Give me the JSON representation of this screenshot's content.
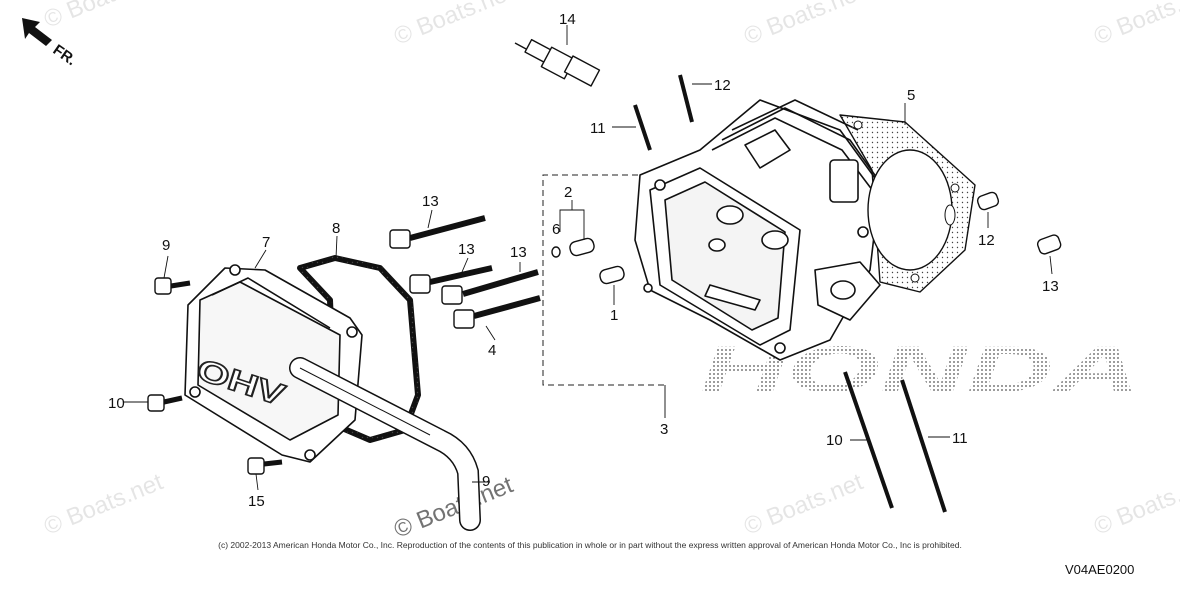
{
  "diagram": {
    "direction_label": "FR.",
    "callouts": [
      "1",
      "2",
      "3",
      "4",
      "5",
      "6",
      "7",
      "8",
      "9",
      "9",
      "10",
      "10",
      "11",
      "11",
      "12",
      "12",
      "13",
      "13",
      "13",
      "13",
      "14",
      "15"
    ],
    "cover_logo": "OHV",
    "brand_watermark": "HONDA",
    "watermark_text": "© Boats.net",
    "copyright": "(c) 2002-2013 American Honda Motor Co., Inc. Reproduction of the contents of this publication in whole or in part without the express written approval of American Honda Motor Co., Inc is prohibited.",
    "diagram_code": "V04AE0200"
  }
}
